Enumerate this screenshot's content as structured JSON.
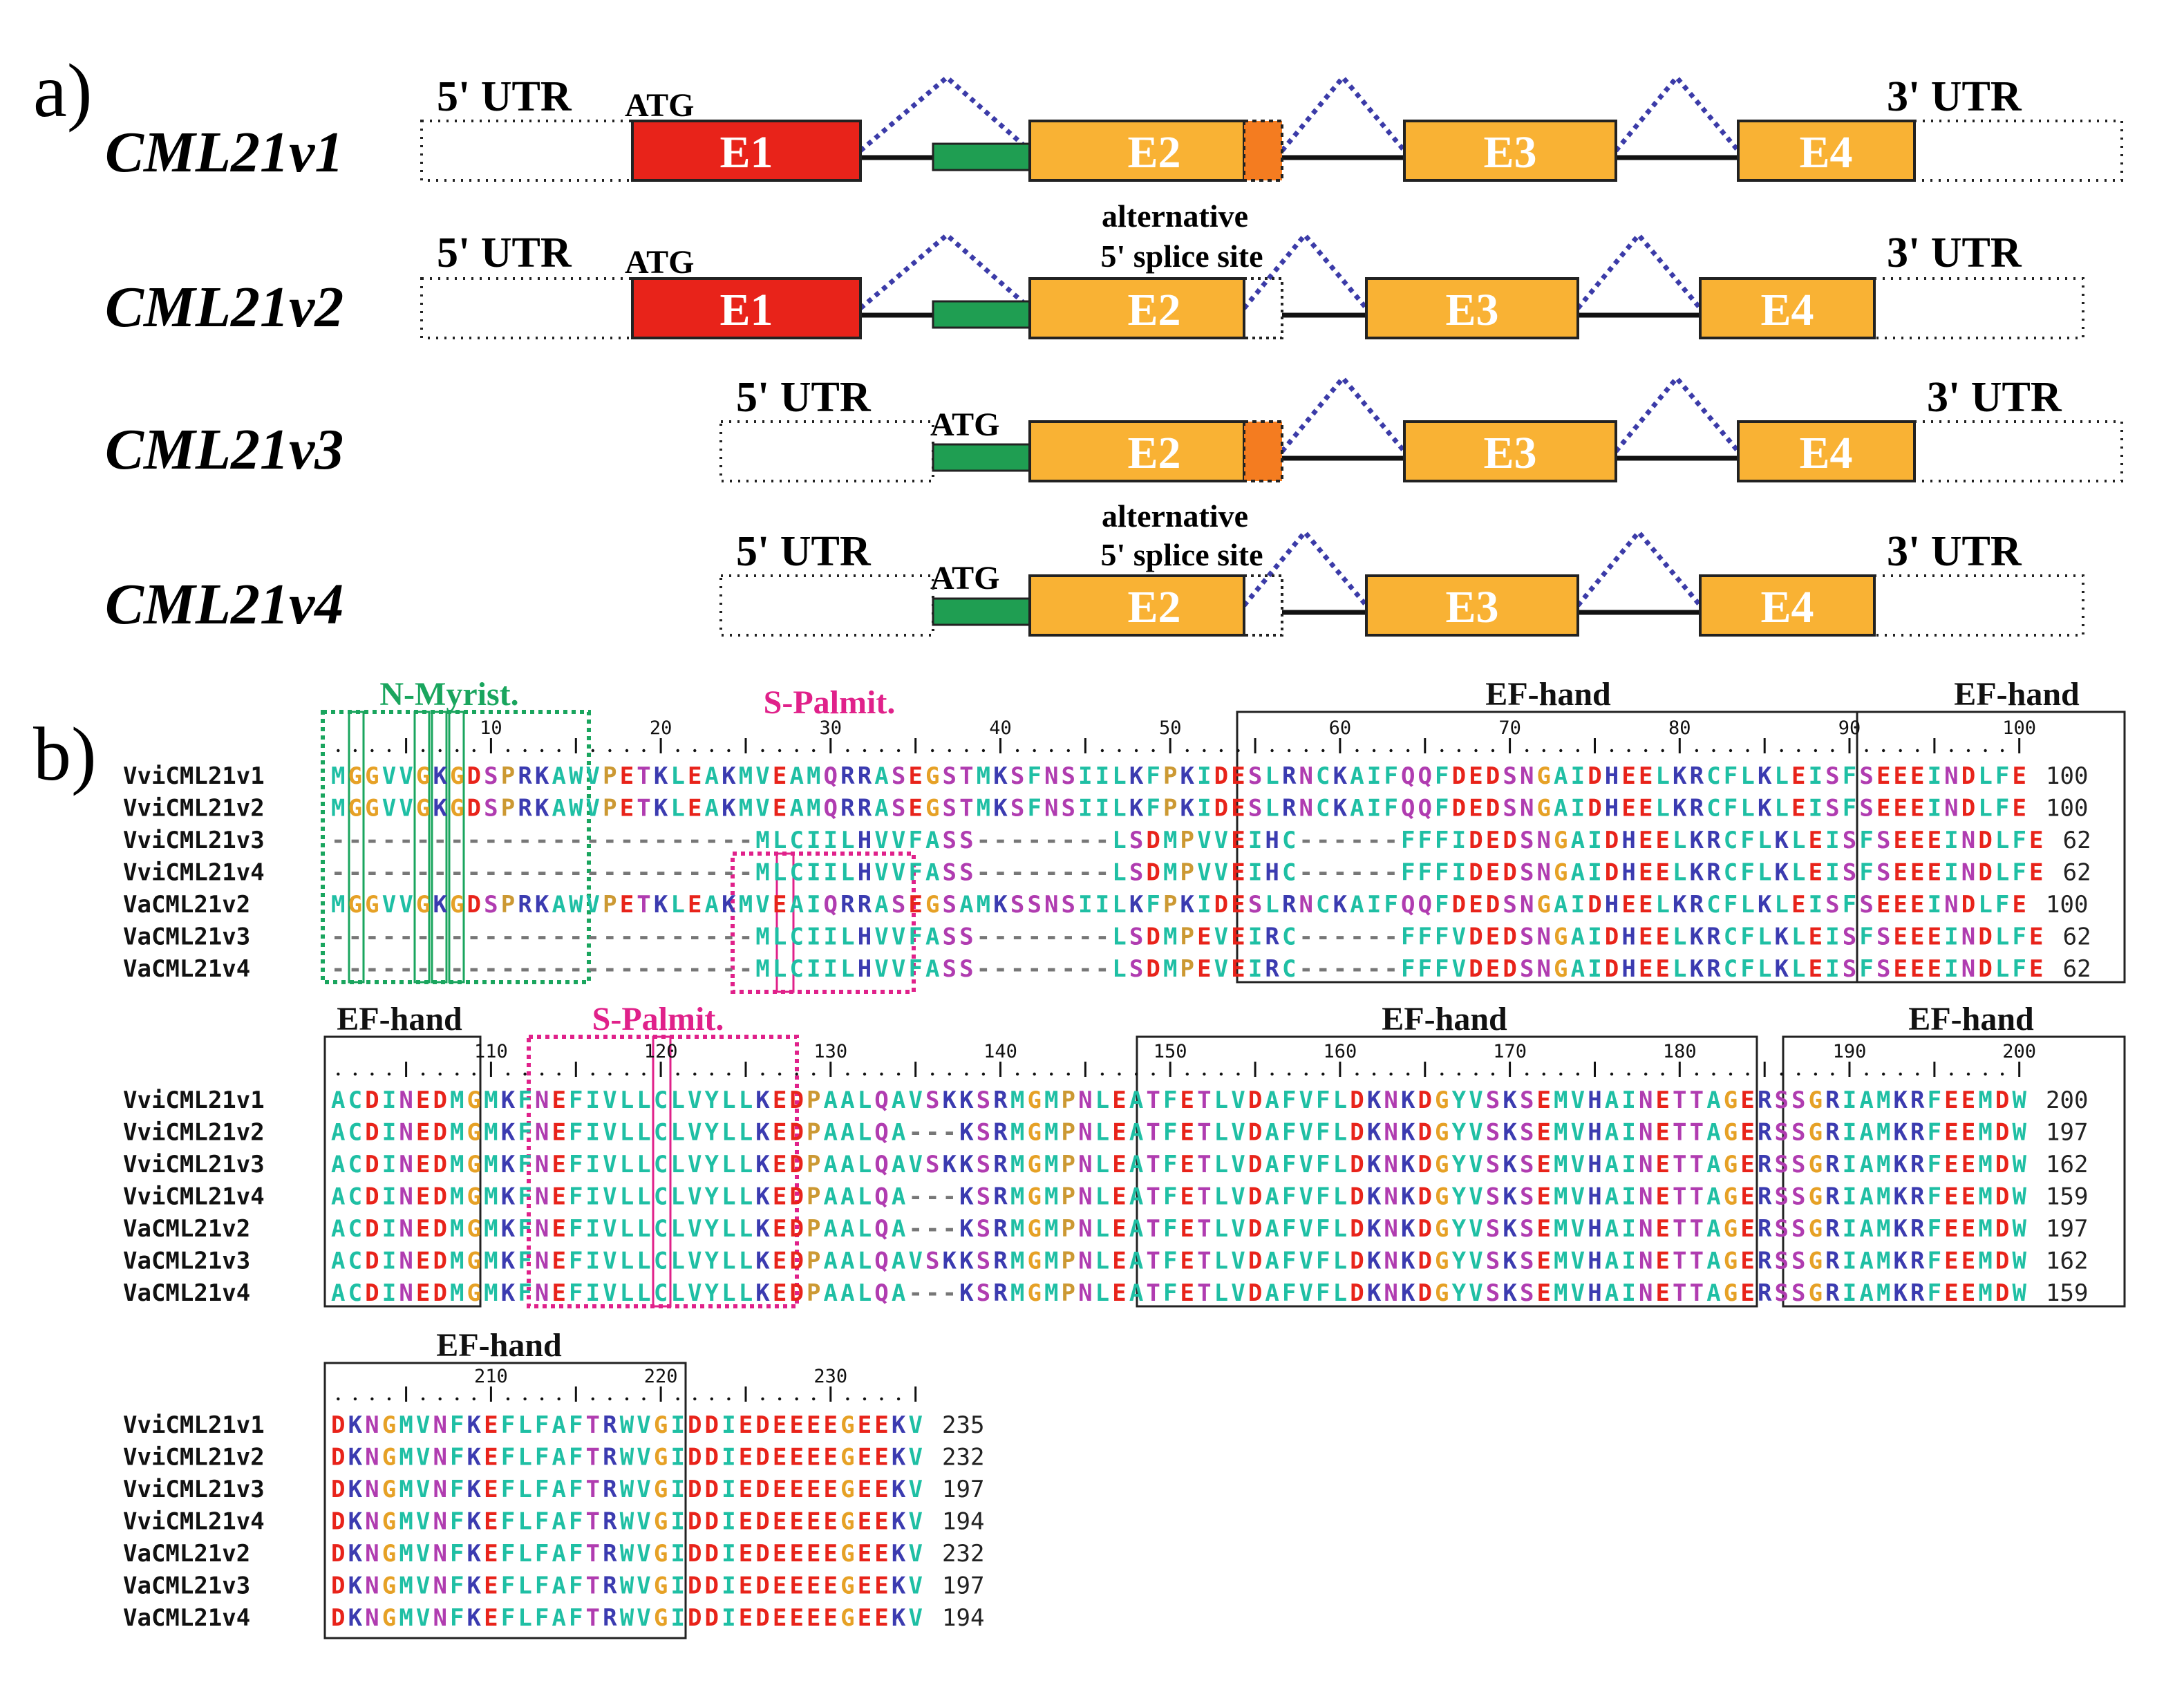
{
  "part_labels": [
    "a)",
    "b)"
  ],
  "transcripts": [
    {
      "name": "CML21v1",
      "utr5": "5' UTR",
      "utr3": "3' UTR",
      "start_codon": "ATG",
      "exons": [
        "E1",
        "E2",
        "E3",
        "E4"
      ],
      "note": ""
    },
    {
      "name": "CML21v2",
      "utr5": "5' UTR",
      "utr3": "3' UTR",
      "start_codon": "ATG",
      "exons": [
        "E1",
        "E2",
        "E3",
        "E4"
      ],
      "note": "alternative 5' splice site"
    },
    {
      "name": "CML21v3",
      "utr5": "5' UTR",
      "utr3": "3' UTR",
      "start_codon": "ATG",
      "exons": [
        "E2",
        "E3",
        "E4"
      ],
      "note": ""
    },
    {
      "name": "CML21v4",
      "utr5": "5' UTR",
      "utr3": "3' UTR",
      "start_codon": "ATG",
      "exons": [
        "E2",
        "E3",
        "E4"
      ],
      "note": "alternative 5' splice site"
    }
  ],
  "alt_note_lines": [
    "alternative",
    "5' splice site"
  ],
  "feature_labels": {
    "myristoylation": "N-Myrist.",
    "palmitoylation": "S-Palmit.",
    "ef_hand": "EF-hand"
  },
  "colors": {
    "exon1": "#e8231a",
    "exon_other": "#f9b234",
    "alt_region": "#f47c20",
    "start_region": "#1f9e52",
    "intron_arc": "#3b3ba8",
    "myrist_box": "#1aa55e",
    "palmit_box": "#e0218a",
    "res_acidic": "#e8231a",
    "res_basic": "#3b3bb0",
    "res_polar": "#b03cb0",
    "res_hydrophobic": "#1fbfa4",
    "res_glycine": "#e6a126",
    "res_proline": "#cc9933"
  },
  "sequence_names": [
    "VviCML21v1",
    "VviCML21v2",
    "VviCML21v3",
    "VviCML21v4",
    "VaCML21v2",
    "VaCML21v3",
    "VaCML21v4"
  ],
  "alignment_blocks": [
    {
      "ruler_numbers": [
        "10",
        "20",
        "30",
        "40",
        "50",
        "60",
        "70",
        "80",
        "90",
        "100"
      ],
      "rows": [
        {
          "seq": "MGGVVGKGDSPRKAWVPETKLEAKMVEAMQRRASEGSTMKSFNSIILKFPKIDESLRNCKAIFQQFDEDSNGAIDHEELKRCFLKLEISFSEEEINDLFE",
          "end": "100"
        },
        {
          "seq": "MGGVVGKGDSPRKAWVPETKLEAKMVEAMQRRASEGSTMKSFNSIILKFPKIDESLRNCKAIFQQFDEDSNGAIDHEELKRCFLKLEISFSEEEINDLFE",
          "end": "100"
        },
        {
          "seq": "-------------------------MLCIILHVVFASS--------LSDMPVVEIHC------FFFIDEDSNGAIDHEELKRCFLKLEISFSEEEINDLFE",
          "end": "62"
        },
        {
          "seq": "-------------------------MLCIILHVVFASS--------LSDMPVVEIHC------FFFIDEDSNGAIDHEELKRCFLKLEISFSEEEINDLFE",
          "end": "62"
        },
        {
          "seq": "MGGVVGKGDSPRKAWVPETKLEAKMVEAIQRRASEGSAMKSSNSIILKFPKIDESLRNCKAIFQQFDEDSNGAIDHEELKRCFLKLEISFSEEEINDLFE",
          "end": "100"
        },
        {
          "seq": "-------------------------MLCIILHVVFASS--------LSDMPEVEIRC------FFFVDEDSNGAIDHEELKRCFLKLEISFSEEEINDLFE",
          "end": "62"
        },
        {
          "seq": "-------------------------MLCIILHVVFASS--------LSDMPEVEIRC------FFFVDEDSNGAIDHEELKRCFLKLEISFSEEEINDLFE",
          "end": "62"
        }
      ]
    },
    {
      "ruler_numbers": [
        "110",
        "120",
        "130",
        "140",
        "150",
        "160",
        "170",
        "180",
        "190",
        "200"
      ],
      "rows": [
        {
          "seq": "ACDINEDMGMKFNEFIVLLCLVYLLKEDPAALQAVSKKSRMGMPNLEATFETLVDAFVFLDKNKDGYVSKSEMVHAINETTAGERSSGRIAMKRFEEMDW",
          "end": "200"
        },
        {
          "seq": "ACDINEDMGMKFNEFIVLLCLVYLLKEDPAALQA---KSRMGMPNLEATFETLVDAFVFLDKNKDGYVSKSEMVHAINETTAGERSSGRIAMKRFEEMDW",
          "end": "197"
        },
        {
          "seq": "ACDINEDMGMKFNEFIVLLCLVYLLKEDPAALQAVSKKSRMGMPNLEATFETLVDAFVFLDKNKDGYVSKSEMVHAINETTAGERSSGRIAMKRFEEMDW",
          "end": "162"
        },
        {
          "seq": "ACDINEDMGMKFNEFIVLLCLVYLLKEDPAALQA---KSRMGMPNLEATFETLVDAFVFLDKNKDGYVSKSEMVHAINETTAGERSSGRIAMKRFEEMDW",
          "end": "159"
        },
        {
          "seq": "ACDINEDMGMKFNEFIVLLCLVYLLKEDPAALQA---KSRMGMPNLEATFETLVDAFVFLDKNKDGYVSKSEMVHAINETTAGERSSGRIAMKRFEEMDW",
          "end": "197"
        },
        {
          "seq": "ACDINEDMGMKFNEFIVLLCLVYLLKEDPAALQAVSKKSRMGMPNLEATFETLVDAFVFLDKNKDGYVSKSEMVHAINETTAGERSSGRIAMKRFEEMDW",
          "end": "162"
        },
        {
          "seq": "ACDINEDMGMKFNEFIVLLCLVYLLKEDPAALQA---KSRMGMPNLEATFETLVDAFVFLDKNKDGYVSKSEMVHAINETTAGERSSGRIAMKRFEEMDW",
          "end": "159"
        }
      ]
    },
    {
      "ruler_numbers": [
        "210",
        "220",
        "230"
      ],
      "rows": [
        {
          "seq": "DKNGMVNFKEFLFAFTRWVGIDDIEDEEEEGEEKV",
          "end": "235"
        },
        {
          "seq": "DKNGMVNFKEFLFAFTRWVGIDDIEDEEEEGEEKV",
          "end": "232"
        },
        {
          "seq": "DKNGMVNFKEFLFAFTRWVGIDDIEDEEEEGEEKV",
          "end": "197"
        },
        {
          "seq": "DKNGMVNFKEFLFAFTRWVGIDDIEDEEEEGEEKV",
          "end": "194"
        },
        {
          "seq": "DKNGMVNFKEFLFAFTRWVGIDDIEDEEEEGEEKV",
          "end": "232"
        },
        {
          "seq": "DKNGMVNFKEFLFAFTRWVGIDDIEDEEEEGEEKV",
          "end": "197"
        },
        {
          "seq": "DKNGMVNFKEFLFAFTRWVGIDDIEDEEEEGEEKV",
          "end": "194"
        }
      ]
    }
  ]
}
